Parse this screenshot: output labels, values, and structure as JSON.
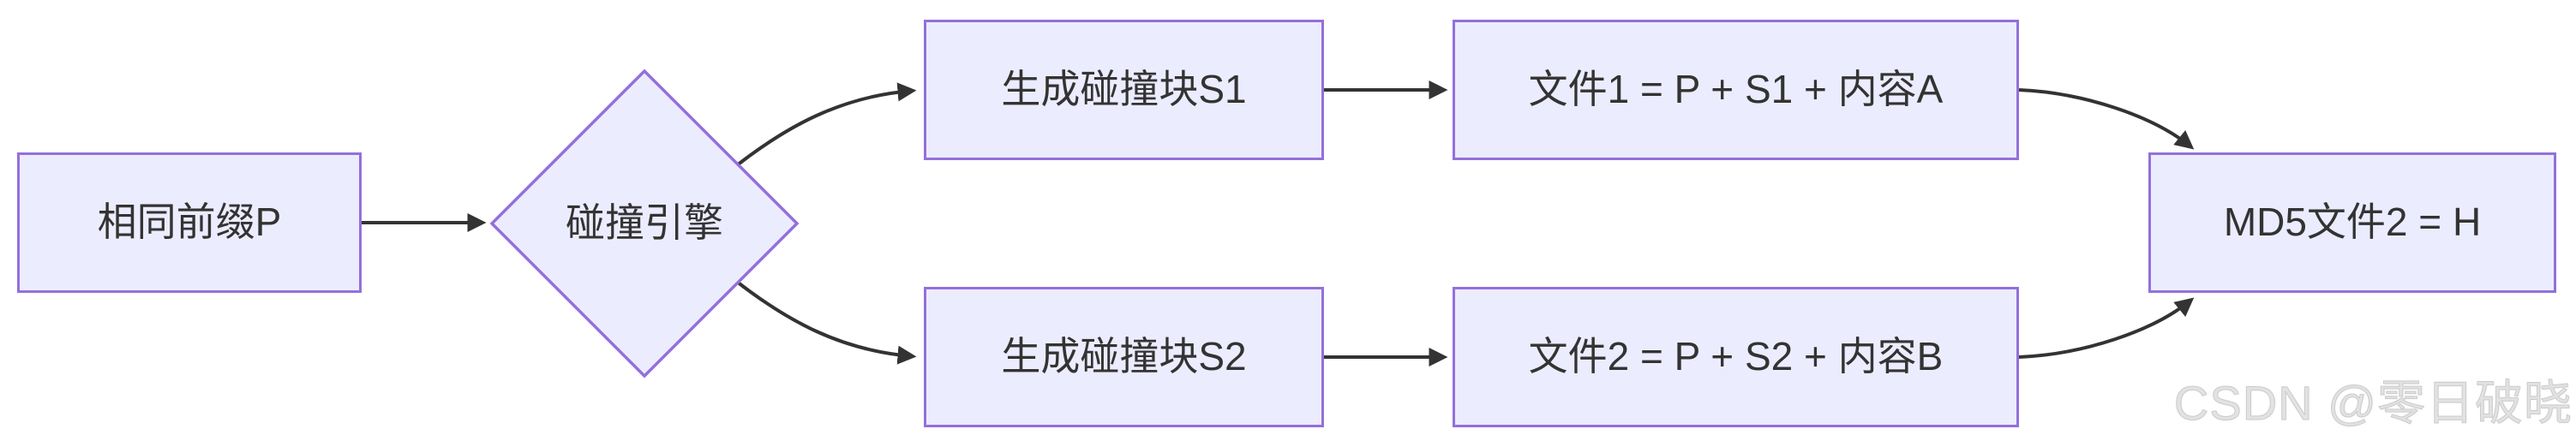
{
  "diagram": {
    "colors": {
      "node_fill": "#ECECFF",
      "node_border": "#9370DB",
      "edge_color": "#333333",
      "text_color": "#333333",
      "watermark_color": "#E2E2E2",
      "background": "#FFFFFF"
    },
    "nodes": [
      {
        "id": "prefix",
        "shape": "rect",
        "label": "相同前缀P"
      },
      {
        "id": "engine",
        "shape": "diamond",
        "label": "碰撞引擎"
      },
      {
        "id": "s1",
        "shape": "rect",
        "label": "生成碰撞块S1"
      },
      {
        "id": "s2",
        "shape": "rect",
        "label": "生成碰撞块S2"
      },
      {
        "id": "file1",
        "shape": "rect",
        "label": "文件1 = P + S1 + 内容A"
      },
      {
        "id": "file2",
        "shape": "rect",
        "label": "文件2 = P + S2 + 内容B"
      },
      {
        "id": "md5",
        "shape": "rect",
        "label": "MD5文件2 = H"
      }
    ],
    "edges": [
      {
        "from": "prefix",
        "to": "engine"
      },
      {
        "from": "engine",
        "to": "s1"
      },
      {
        "from": "engine",
        "to": "s2"
      },
      {
        "from": "s1",
        "to": "file1"
      },
      {
        "from": "s2",
        "to": "file2"
      },
      {
        "from": "file1",
        "to": "md5"
      },
      {
        "from": "file2",
        "to": "md5"
      }
    ]
  },
  "watermark": {
    "text": "CSDN @零日破晓"
  }
}
